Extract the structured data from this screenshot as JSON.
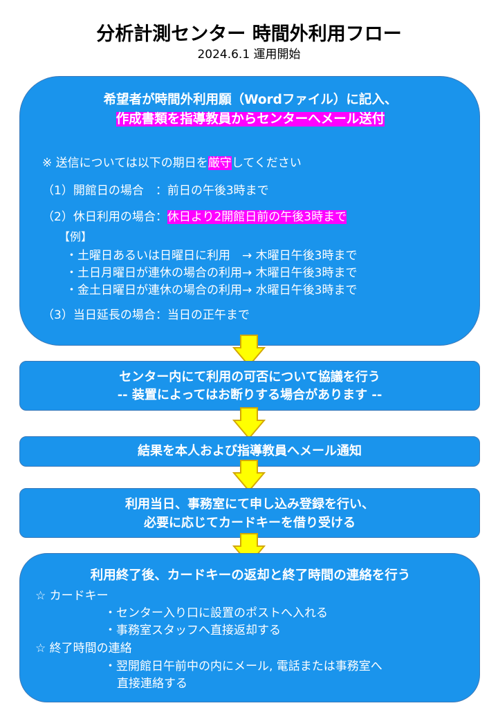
{
  "header": {
    "title": "分析計測センター 時間外利用フロー",
    "subtitle": "2024.6.1 運用開始"
  },
  "step1": {
    "line1": "希望者が時間外利用願（Wordファイル）に記入、",
    "line2": "作成書類を指導教員からセンターへメール送付",
    "note_prefix": "※ 送信については以下の期日を",
    "note_highlight": "厳守",
    "note_suffix": "してください",
    "item1": "（1）開館日の場合　：前日の午後3時まで",
    "item2_prefix": "（2）休日利用の場合：",
    "item2_highlight": "休日より2開館日前の午後3時まで",
    "example_label": "【例】",
    "example1": "・土曜日あるいは日曜日に利用　→ 木曜日午後3時まで",
    "example2": "・土日月曜日が連休の場合の利用→ 木曜日午後3時まで",
    "example3": "・金土日曜日が連休の場合の利用→ 水曜日午後3時まで",
    "item3": "（3）当日延長の場合：当日の正午まで"
  },
  "step2": {
    "line1": "センター内にて利用の可否について協議を行う",
    "line2": "-- 装置によってはお断りする場合があります --"
  },
  "step3": {
    "line1": "結果を本人および指導教員へメール通知"
  },
  "step4": {
    "line1": "利用当日、事務室にて申し込み登録を行い、",
    "line2": "必要に応じてカードキーを借り受ける"
  },
  "step5": {
    "line1": "利用終了後、カードキーの返却と終了時間の連絡を行う",
    "cardkey_label": "☆ カードキー",
    "cardkey1": "・センター入り口に設置のポストへ入れる",
    "cardkey2": "・事務室スタッフへ直接返却する",
    "endtime_label": "☆ 終了時間の連絡",
    "endtime1": "・翌開館日午前中の内にメール, 電話または事務室へ",
    "endtime2": "直接連絡する"
  },
  "colors": {
    "box_fill": "#1a94ec",
    "highlight": "#ff00ff",
    "arrow_fill": "#ffff00",
    "arrow_stroke": "#d4a800"
  }
}
